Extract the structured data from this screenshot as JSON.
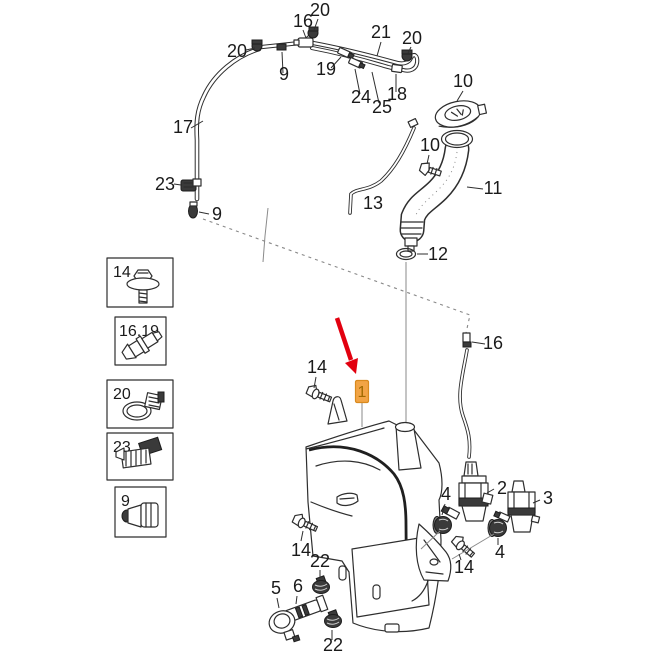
{
  "diagram": {
    "title": "washer-fluid-reservoir-parts-diagram",
    "colors": {
      "background": "#ffffff",
      "line": "#2e2e2e",
      "dashed_line": "#888888",
      "arrow": "#e2000f",
      "highlight_fill": "#f2a445",
      "highlight_border": "#d98a1e",
      "highlight_text": "#a06a00"
    },
    "highlight": {
      "label": "1"
    },
    "callouts": [
      {
        "text": "20"
      },
      {
        "text": "16"
      },
      {
        "text": "20"
      },
      {
        "text": "21"
      },
      {
        "text": "20"
      },
      {
        "text": "9"
      },
      {
        "text": "19"
      },
      {
        "text": "24"
      },
      {
        "text": "25"
      },
      {
        "text": "18"
      },
      {
        "text": "17"
      },
      {
        "text": "23"
      },
      {
        "text": "9"
      },
      {
        "text": "10"
      },
      {
        "text": "10"
      },
      {
        "text": "11"
      },
      {
        "text": "13"
      },
      {
        "text": "12"
      },
      {
        "text": "16"
      },
      {
        "text": "14"
      },
      {
        "text": "4"
      },
      {
        "text": "2"
      },
      {
        "text": "3"
      },
      {
        "text": "14"
      },
      {
        "text": "22"
      },
      {
        "text": "5"
      },
      {
        "text": "6"
      },
      {
        "text": "4"
      },
      {
        "text": "14"
      },
      {
        "text": "22"
      }
    ],
    "thumbnails": [
      {
        "label": "14",
        "icon": "screw-with-washer-icon"
      },
      {
        "label": "16,19",
        "icon": "hose-connector-icon"
      },
      {
        "label": "20",
        "icon": "hose-clamp-icon"
      },
      {
        "label": "23",
        "icon": "retaining-clip-icon"
      },
      {
        "label": "9",
        "icon": "grommet-fitting-icon"
      }
    ]
  }
}
